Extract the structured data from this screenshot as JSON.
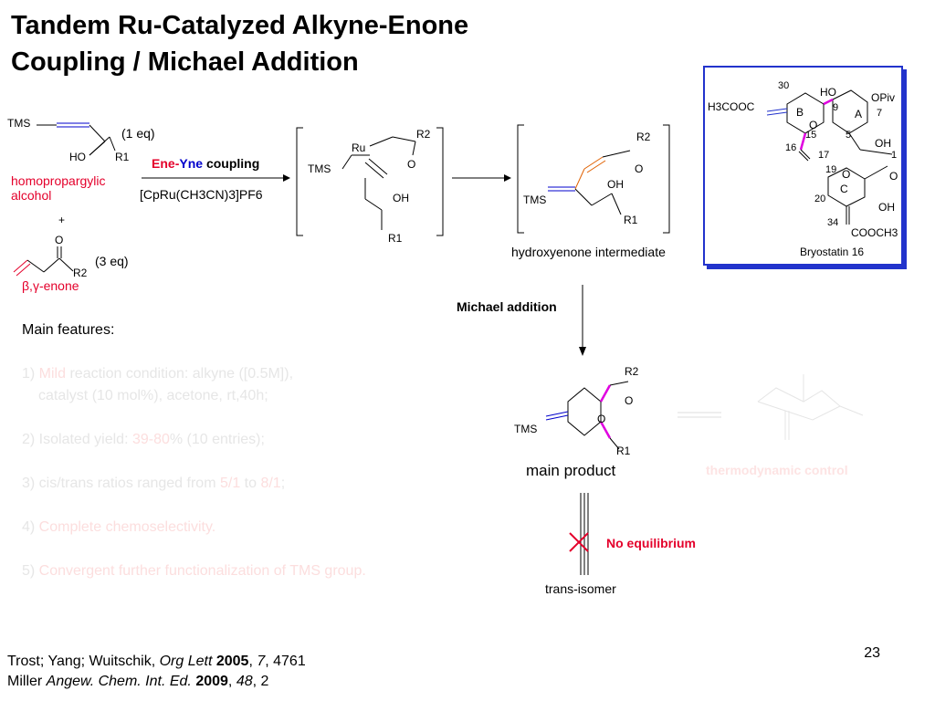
{
  "title_line1": "Tandem Ru-Catalyzed Alkyne-Enone",
  "title_line2": "Coupling / Michael Addition",
  "reagents": {
    "alkyne_eq": "(1 eq)",
    "alkyne_name_1": "homopropargylic",
    "alkyne_name_2": "alcohol",
    "plus": "+",
    "enone_eq": "(3 eq)",
    "enone_name": "β,γ-enone",
    "tms": "TMS",
    "ho": "HO",
    "oh": "OH",
    "o": "O",
    "r1": "R1",
    "r2": "R2"
  },
  "coupling": {
    "ene": "Ene",
    "dash": "-",
    "yne": "Yne",
    "word": "coupling",
    "catalyst": "[CpRu(CH3CN)3]PF6",
    "ru": "Ru"
  },
  "intermediate_label": "hydroxyenone intermediate",
  "michael_label": "Michael addition",
  "main_product_label": "main product",
  "thermo_label": "thermodynamic control",
  "no_equilibrium": "No equilibrium",
  "trans_isomer": "trans-isomer",
  "bryostatin": {
    "name": "Bryostatin 16",
    "labels": [
      "30",
      "HO",
      "9",
      "OPiv",
      "H3COOC",
      "B",
      "A",
      "7",
      "O",
      "15",
      "5",
      "OH",
      "1",
      "16",
      "17",
      "O",
      "19",
      "O",
      "O",
      "C",
      "20",
      "OH",
      "34",
      "COOCH3"
    ]
  },
  "features": {
    "heading": "Main features:",
    "items": [
      {
        "num": "1)",
        "parts": [
          {
            "t": "Mild",
            "hl": true
          },
          {
            "t": " reaction condition: alkyne ([0.5M]),",
            "hl": false
          }
        ],
        "line2": "catalyst (10 mol%), acetone, rt,40h;"
      },
      {
        "num": "2)",
        "parts": [
          {
            "t": "Isolated yield: ",
            "hl": false
          },
          {
            "t": "39-80",
            "hl": true
          },
          {
            "t": "% (10 entries);",
            "hl": false
          }
        ],
        "line2": ""
      },
      {
        "num": "3)",
        "parts": [
          {
            "t": "cis/trans ratios ranged from ",
            "hl": false
          },
          {
            "t": "5/1",
            "hl": true
          },
          {
            "t": " to ",
            "hl": false
          },
          {
            "t": "8/1",
            "hl": true
          },
          {
            "t": ";",
            "hl": false
          }
        ],
        "line2": ""
      },
      {
        "num": "4)",
        "parts": [
          {
            "t": "Complete chemoselectivity.",
            "hl": true
          }
        ],
        "line2": ""
      },
      {
        "num": "5)",
        "parts": [
          {
            "t": "Convergent further functionalization of TMS group.",
            "hl": true
          }
        ],
        "line2": ""
      }
    ]
  },
  "references": {
    "line1_authors": "Trost; Yang; Wuitschik, ",
    "line1_journal": "Org Lett",
    "line1_year": "2005",
    "line1_sep": ", ",
    "line1_vol": "7",
    "line1_page": ", 4761",
    "line2_authors": "Miller ",
    "line2_journal": "Angew. Chem. Int. Ed.",
    "line2_year": "2009",
    "line2_sep": ", ",
    "line2_vol": "48",
    "line2_page": ", 2"
  },
  "page_number": "23",
  "colors": {
    "accent_red": "#e4002b",
    "accent_blue": "#0000cc",
    "bond_magenta": "#e000e0",
    "alkene_orange": "#e06000",
    "box_blue": "#2233cc"
  }
}
